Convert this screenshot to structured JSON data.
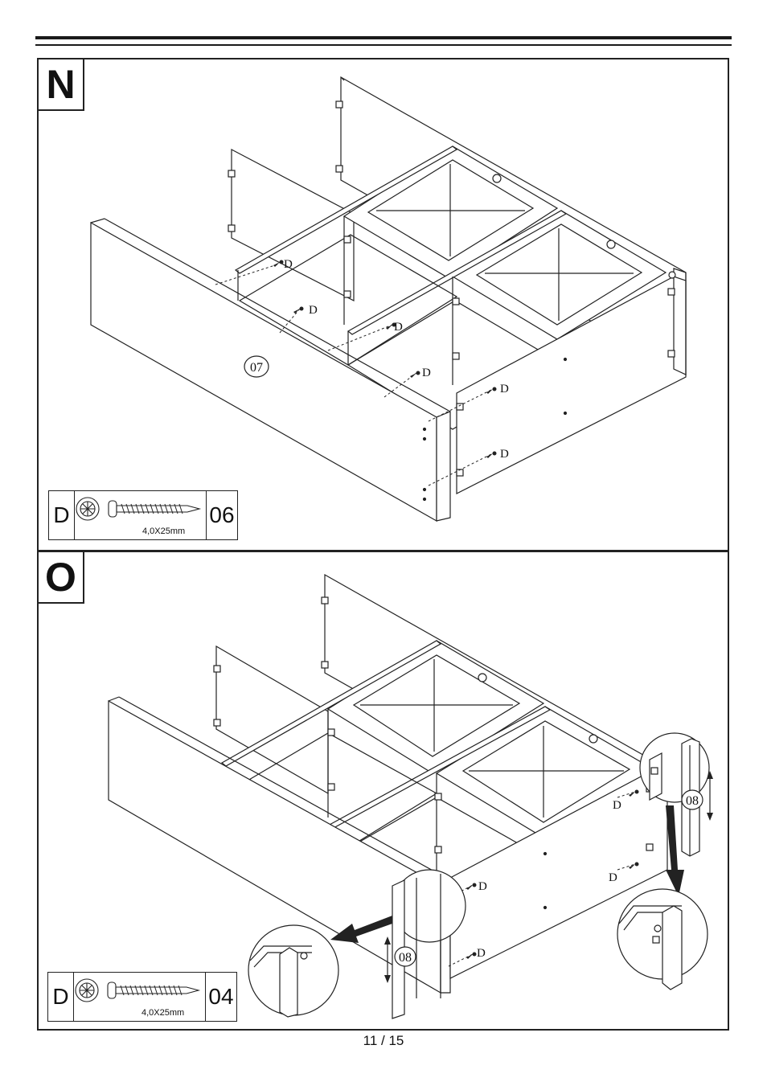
{
  "steps": [
    {
      "letter": "N",
      "panel_label": "07",
      "screw_callouts": [
        "D",
        "D",
        "D",
        "D",
        "D",
        "D"
      ],
      "parts": {
        "letter": "D",
        "size": "4,0X25mm",
        "count": "06",
        "icon": "phillips-screw-icon"
      }
    },
    {
      "letter": "O",
      "panel_label": "08",
      "panel_label_2": "08",
      "screw_callouts": [
        "D",
        "D",
        "D",
        "D"
      ],
      "parts": {
        "letter": "D",
        "size": "4,0X25mm",
        "count": "04",
        "icon": "phillips-screw-icon"
      }
    }
  ],
  "footer": {
    "page": "11 / 15"
  }
}
